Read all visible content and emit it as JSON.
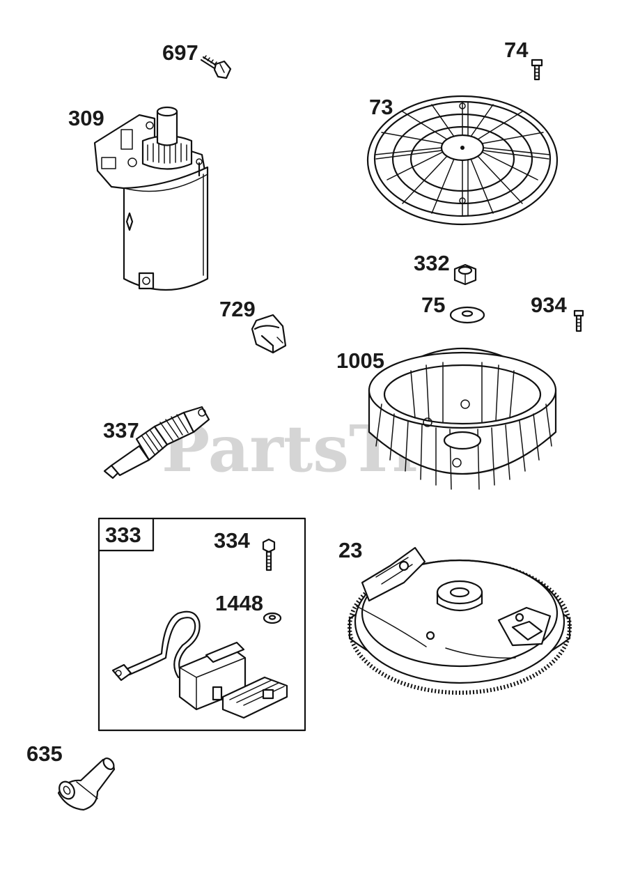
{
  "watermark": "PartsTree",
  "parts": [
    {
      "id": "part-697",
      "label": "697",
      "icon": "bolt-icon"
    },
    {
      "id": "part-74",
      "label": "74",
      "icon": "screw-icon"
    },
    {
      "id": "part-309",
      "label": "309",
      "icon": "starter-motor-icon"
    },
    {
      "id": "part-73",
      "label": "73",
      "icon": "fan-screen-icon"
    },
    {
      "id": "part-332",
      "label": "332",
      "icon": "nut-icon"
    },
    {
      "id": "part-75",
      "label": "75",
      "icon": "washer-icon"
    },
    {
      "id": "part-934",
      "label": "934",
      "icon": "screw-icon"
    },
    {
      "id": "part-729",
      "label": "729",
      "icon": "clip-icon"
    },
    {
      "id": "part-1005",
      "label": "1005",
      "icon": "fan-icon"
    },
    {
      "id": "part-337",
      "label": "337",
      "icon": "spark-plug-icon"
    },
    {
      "id": "part-333",
      "label": "333",
      "icon": "ignition-armature-icon"
    },
    {
      "id": "part-334",
      "label": "334",
      "icon": "screw-icon"
    },
    {
      "id": "part-1448",
      "label": "1448",
      "icon": "washer-icon"
    },
    {
      "id": "part-23",
      "label": "23",
      "icon": "flywheel-icon"
    },
    {
      "id": "part-635",
      "label": "635",
      "icon": "spark-plug-boot-icon"
    }
  ]
}
